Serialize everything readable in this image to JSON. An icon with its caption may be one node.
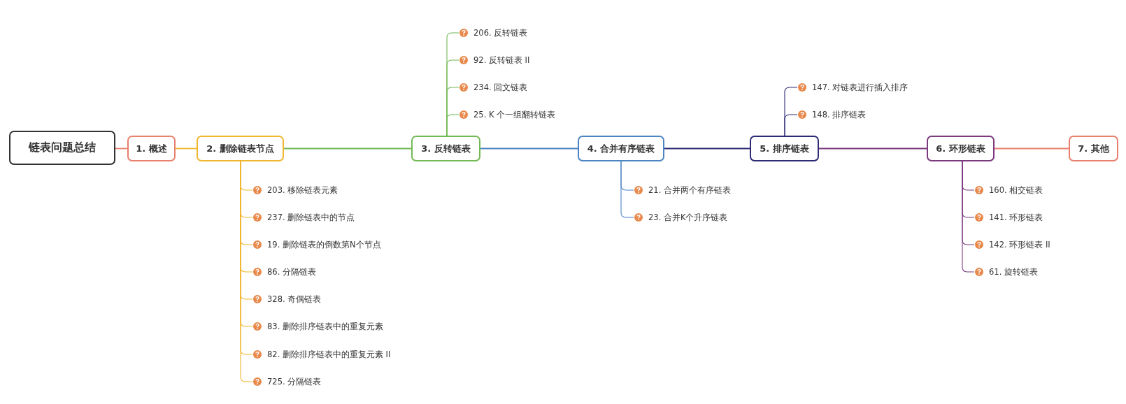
{
  "diagram": {
    "nodes": [
      {
        "text": [
          "链表问题总结"
        ]
      },
      {
        "text": [
          "1. 概述"
        ]
      },
      {
        "text": [
          "2. 删除链表节点"
        ]
      },
      {
        "text": [
          "3. 反转链表"
        ]
      },
      {
        "text": [
          "4. 合并有序链表"
        ]
      },
      {
        "text": [
          "5. 排序链表"
        ]
      },
      {
        "text": [
          "6. 环形链表"
        ]
      },
      {
        "text": [
          "7. 其他"
        ]
      },
      {
        "text": [
          "206. 反转链表"
        ]
      },
      {
        "text": [
          "92. 反转链表 II"
        ]
      },
      {
        "text": [
          "234. 回文链表"
        ]
      },
      {
        "text": [
          "25. K 个一组翻转链表"
        ]
      },
      {
        "text": [
          "147. 对链表进行插入排序"
        ]
      },
      {
        "text": [
          "148. 排序链表"
        ]
      },
      {
        "text": [
          "203. 移除链表元素"
        ]
      },
      {
        "text": [
          "237. 删除链表中的节点"
        ]
      },
      {
        "text": [
          "19. 删除链表的倒数第N个节点"
        ]
      },
      {
        "text": [
          "86. 分隔链表"
        ]
      },
      {
        "text": [
          "328. 奇偶链表"
        ]
      },
      {
        "text": [
          "83. 删除排序链表中的重复元素"
        ]
      },
      {
        "text": [
          "82. 删除排序链表中的重复元素 II"
        ]
      },
      {
        "text": [
          "725. 分隔链表"
        ]
      },
      {
        "text": [
          "21. 合并两个有序链表"
        ]
      },
      {
        "text": [
          "23. 合并K个升序链表"
        ]
      },
      {
        "text": [
          "160. 相交链表"
        ]
      },
      {
        "text": [
          "141. 环形链表"
        ]
      },
      {
        "text": [
          "142. 环形链表 II"
        ]
      },
      {
        "text": [
          "61. 旋转链表"
        ]
      }
    ],
    "edges": [
      {
        "from": 0,
        "to": 1,
        "arrow": "none",
        "color": "#e8806e"
      },
      {
        "from": 1,
        "to": 2,
        "arrow": "none",
        "color": "#f1b630"
      },
      {
        "from": 2,
        "to": 3,
        "arrow": "none",
        "color": "#72b955"
      },
      {
        "from": 3,
        "to": 4,
        "arrow": "none",
        "color": "#4d84c4"
      },
      {
        "from": 4,
        "to": 5,
        "arrow": "none",
        "color": "#2e2a74"
      },
      {
        "from": 5,
        "to": 6,
        "arrow": "none",
        "color": "#7b3a7e"
      },
      {
        "from": 6,
        "to": 7,
        "arrow": "none",
        "color": "#e8806e"
      },
      {
        "from": 3,
        "to": 8,
        "arrow": "none",
        "color": "#72b955"
      },
      {
        "from": 3,
        "to": 9,
        "arrow": "none",
        "color": "#72b955"
      },
      {
        "from": 3,
        "to": 10,
        "arrow": "none",
        "color": "#72b955"
      },
      {
        "from": 3,
        "to": 11,
        "arrow": "none",
        "color": "#72b955"
      },
      {
        "from": 5,
        "to": 12,
        "arrow": "none",
        "color": "#2e2a74"
      },
      {
        "from": 5,
        "to": 13,
        "arrow": "none",
        "color": "#2e2a74"
      },
      {
        "from": 2,
        "to": 14,
        "arrow": "none",
        "color": "#f1b630"
      },
      {
        "from": 2,
        "to": 15,
        "arrow": "none",
        "color": "#f1b630"
      },
      {
        "from": 2,
        "to": 16,
        "arrow": "none",
        "color": "#f1b630"
      },
      {
        "from": 2,
        "to": 17,
        "arrow": "none",
        "color": "#f1b630"
      },
      {
        "from": 2,
        "to": 18,
        "arrow": "none",
        "color": "#f1b630"
      },
      {
        "from": 2,
        "to": 19,
        "arrow": "none",
        "color": "#f1b630"
      },
      {
        "from": 2,
        "to": 20,
        "arrow": "none",
        "color": "#f1b630"
      },
      {
        "from": 2,
        "to": 21,
        "arrow": "none",
        "color": "#f1b630"
      },
      {
        "from": 4,
        "to": 22,
        "arrow": "none",
        "color": "#4d84c4"
      },
      {
        "from": 4,
        "to": 23,
        "arrow": "none",
        "color": "#4d84c4"
      },
      {
        "from": 6,
        "to": 24,
        "arrow": "none",
        "color": "#7b3a7e"
      },
      {
        "from": 6,
        "to": 25,
        "arrow": "none",
        "color": "#7b3a7e"
      },
      {
        "from": 6,
        "to": 26,
        "arrow": "none",
        "color": "#7b3a7e"
      },
      {
        "from": 6,
        "to": 27,
        "arrow": "none",
        "color": "#7b3a7e"
      }
    ]
  }
}
